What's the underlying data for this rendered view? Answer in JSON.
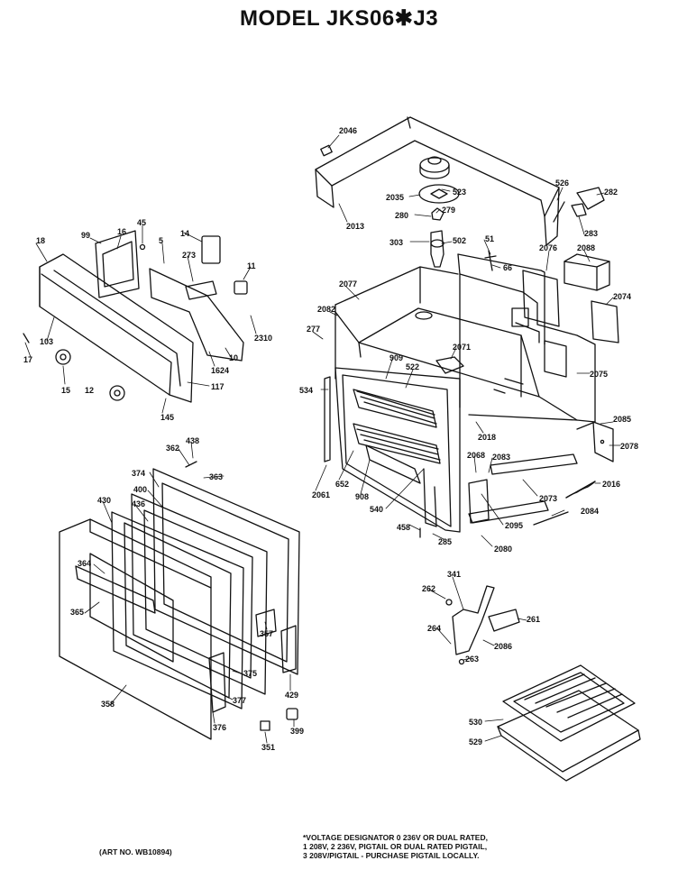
{
  "title": "MODEL JKS06✱J3",
  "art_number": "(ART NO. WB10894)",
  "voltage_note": [
    "*VOLTAGE DESIGNATOR 0 236V OR DUAL RATED,",
    "1 208V, 2 236V, PIGTAIL OR DUAL RATED PIGTAIL,",
    "3 208V/PIGTAIL - PURCHASE PIGTAIL LOCALLY."
  ],
  "callouts": [
    "2046",
    "2013",
    "523",
    "2035",
    "279",
    "280",
    "303",
    "502",
    "51",
    "66",
    "526",
    "282",
    "283",
    "2076",
    "2088",
    "2074",
    "2077",
    "2082",
    "277",
    "2071",
    "534",
    "909",
    "522",
    "2075",
    "2018",
    "2085",
    "2078",
    "2061",
    "652",
    "908",
    "540",
    "458",
    "285",
    "2068",
    "2083",
    "2095",
    "2073",
    "2016",
    "2084",
    "2080",
    "18",
    "99",
    "16",
    "45",
    "14",
    "5",
    "273",
    "11",
    "2310",
    "103",
    "17",
    "15",
    "12",
    "1624",
    "10",
    "117",
    "145",
    "362",
    "438",
    "374",
    "363",
    "400",
    "436",
    "430",
    "364",
    "365",
    "357",
    "375",
    "358",
    "377",
    "376",
    "351",
    "399",
    "429",
    "341",
    "262",
    "261",
    "264",
    "2086",
    "263",
    "530",
    "529"
  ],
  "colors": {
    "ink": "#111111",
    "paper": "#ffffff"
  }
}
